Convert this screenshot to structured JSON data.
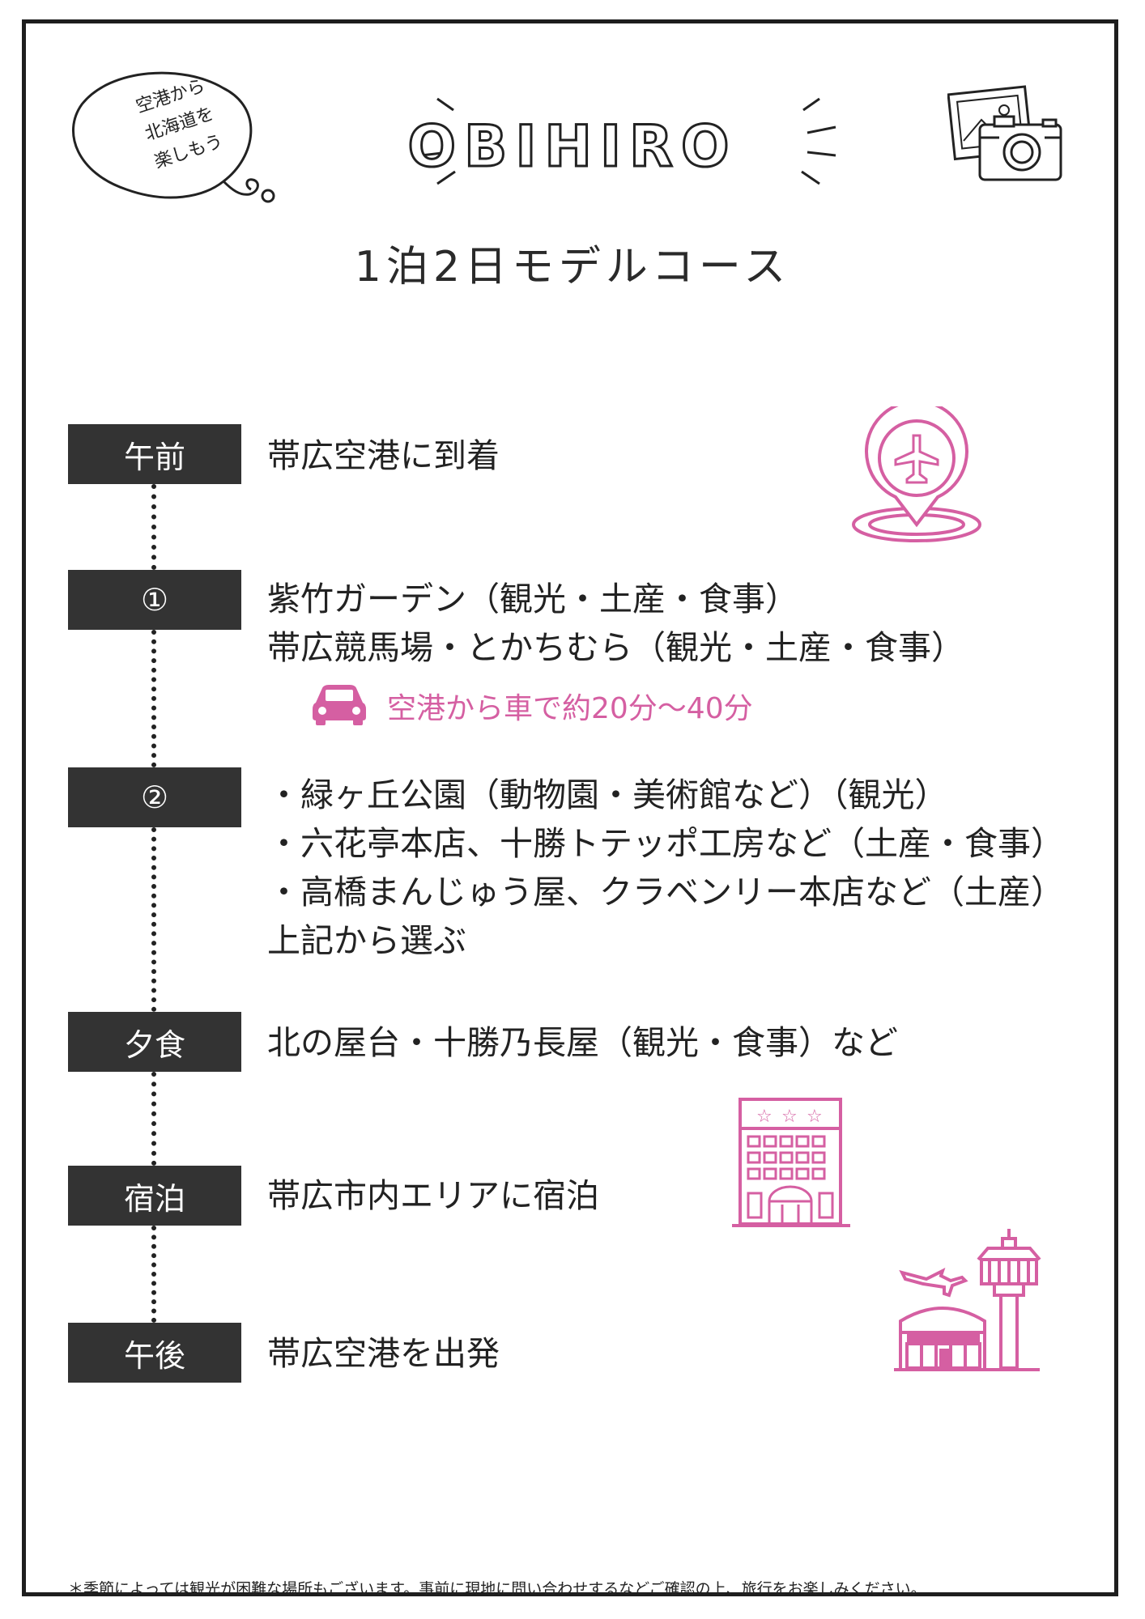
{
  "bubble": {
    "line1": "空港から",
    "line2": "北海道を",
    "line3": "楽しもう"
  },
  "title": "OBIHIRO",
  "subtitle": "1泊2日モデルコース",
  "schedule": [
    {
      "label": "午前",
      "lines": [
        "帯広空港に到着"
      ]
    },
    {
      "label": "①",
      "lines": [
        "紫竹ガーデン（観光・土産・食事）",
        "帯広競馬場・とかちむら（観光・土産・食事）"
      ]
    },
    {
      "label": "②",
      "lines": [
        "・緑ヶ丘公園（動物園・美術館など）（観光）",
        "・六花亭本店、十勝トテッポ工房など（土産・食事）",
        "・高橋まんじゅう屋、クラベンリー本店など（土産）",
        "上記から選ぶ"
      ]
    },
    {
      "label": "夕食",
      "lines": [
        "北の屋台・十勝乃長屋（観光・食事）など"
      ]
    },
    {
      "label": "宿泊",
      "lines": [
        "帯広市内エリアに宿泊"
      ]
    },
    {
      "label": "午後",
      "lines": [
        "帯広空港を出発"
      ]
    }
  ],
  "car_note": "空港から車で約20分〜40分",
  "footnote": "＊季節によっては観光が困難な場所もございます。事前に現地に問い合わせするなどご確認の上、旅行をお楽しみください。",
  "icons": [
    "speech-bubble-icon",
    "camera-photo-icon",
    "airport-pin-icon",
    "car-icon",
    "hotel-icon",
    "airport-tower-icon"
  ],
  "colors": {
    "accent": "#d55fa2",
    "label_bg": "#333333",
    "frame": "#1e1e1e"
  }
}
